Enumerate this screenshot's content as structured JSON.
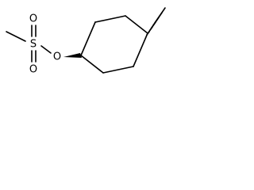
{
  "molecule": {
    "atoms": {
      "sulfur": "S",
      "oxygen_top": "O",
      "oxygen_bottom": "O",
      "oxygen_ester": "O"
    },
    "bond_color": "#000000"
  }
}
